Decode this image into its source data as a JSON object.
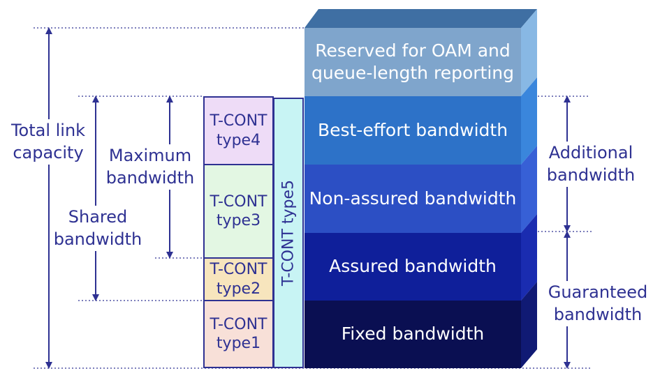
{
  "diagram": {
    "blocks": [
      {
        "key": "reserved",
        "lines": [
          "Reserved for OAM and",
          "queue-length reporting"
        ],
        "front": "#7fa5cc",
        "side": "#88b8e4"
      },
      {
        "key": "best_effort",
        "lines": [
          "Best-effort bandwidth"
        ],
        "front": "#2d72c8",
        "side": "#3a86dc"
      },
      {
        "key": "non_assured",
        "lines": [
          "Non-assured bandwidth"
        ],
        "front": "#2c4fc4",
        "side": "#3760d6"
      },
      {
        "key": "assured",
        "lines": [
          "Assured bandwidth"
        ],
        "front": "#0f1f9a",
        "side": "#1a2cb0"
      },
      {
        "key": "fixed",
        "lines": [
          "Fixed bandwidth"
        ],
        "front": "#0a0f52",
        "side": "#101a74"
      }
    ],
    "top_face_color": "#3f6fa3",
    "tcont": [
      {
        "key": "type4",
        "lines": [
          "T-CONT",
          "type4"
        ],
        "fill": "#eedcf7"
      },
      {
        "key": "type3",
        "lines": [
          "T-CONT",
          "type3"
        ],
        "fill": "#e3f7e3"
      },
      {
        "key": "type2",
        "lines": [
          "T-CONT",
          "type2"
        ],
        "fill": "#f7e5bd"
      },
      {
        "key": "type1",
        "lines": [
          "T-CONT",
          "type1"
        ],
        "fill": "#f8e0d8"
      }
    ],
    "tcont5": {
      "label": "T-CONT type5",
      "fill": "#c8f4f4"
    },
    "left_labels": {
      "total": [
        "Total link",
        "capacity"
      ],
      "maximum": [
        "Maximum",
        "bandwidth"
      ],
      "shared": [
        "Shared",
        "bandwidth"
      ]
    },
    "right_labels": {
      "additional": [
        "Additional",
        "bandwidth"
      ],
      "guaranteed": [
        "Guaranteed",
        "bandwidth"
      ]
    },
    "line_color": "#2e3192"
  }
}
